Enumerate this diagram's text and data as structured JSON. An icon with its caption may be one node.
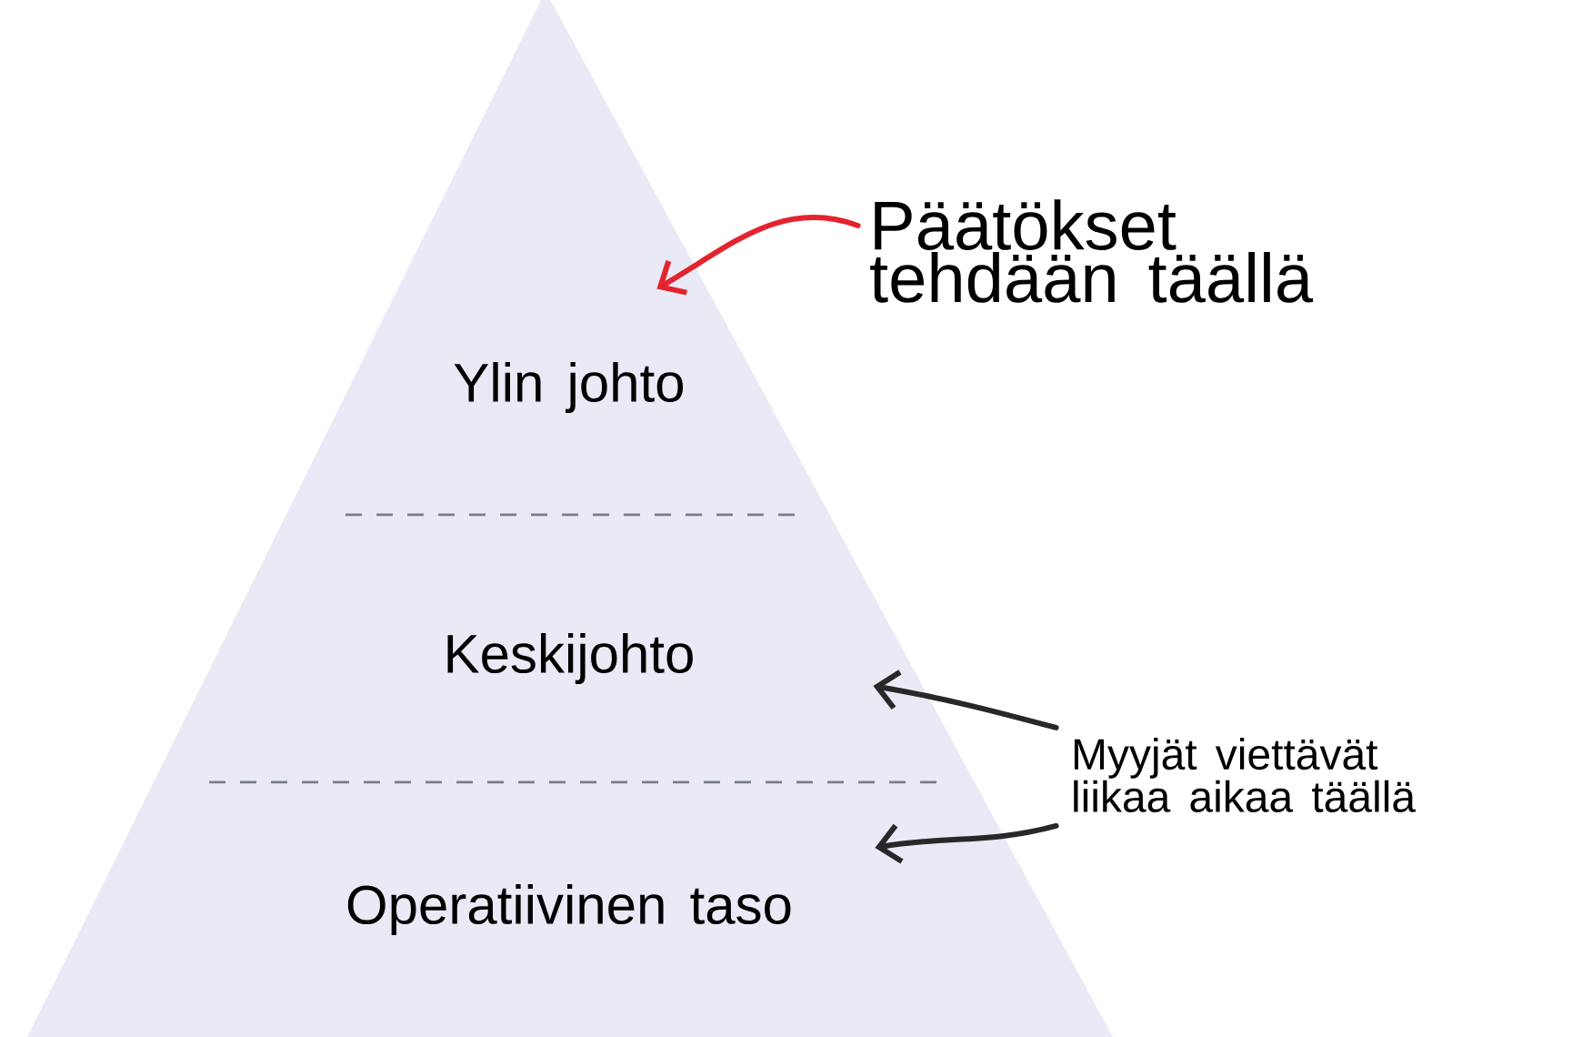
{
  "diagram": {
    "nodes": [
      {
        "text": [
          "Ylin johto"
        ]
      },
      {
        "text": [
          "Keskijohto"
        ]
      },
      {
        "text": [
          "Operatiivinen taso"
        ]
      },
      {
        "text": [
          "Päätökset tehdään täällä"
        ]
      },
      {
        "text": [
          "Myyjät viettävät liikaa aikaa täällä"
        ]
      }
    ],
    "edges": [
      {
        "from": 3,
        "to": 0,
        "arrow": "to",
        "color": "#e3242f"
      },
      {
        "from": 4,
        "to": 1,
        "arrow": "to"
      },
      {
        "from": 4,
        "to": 2,
        "arrow": "to"
      }
    ]
  }
}
